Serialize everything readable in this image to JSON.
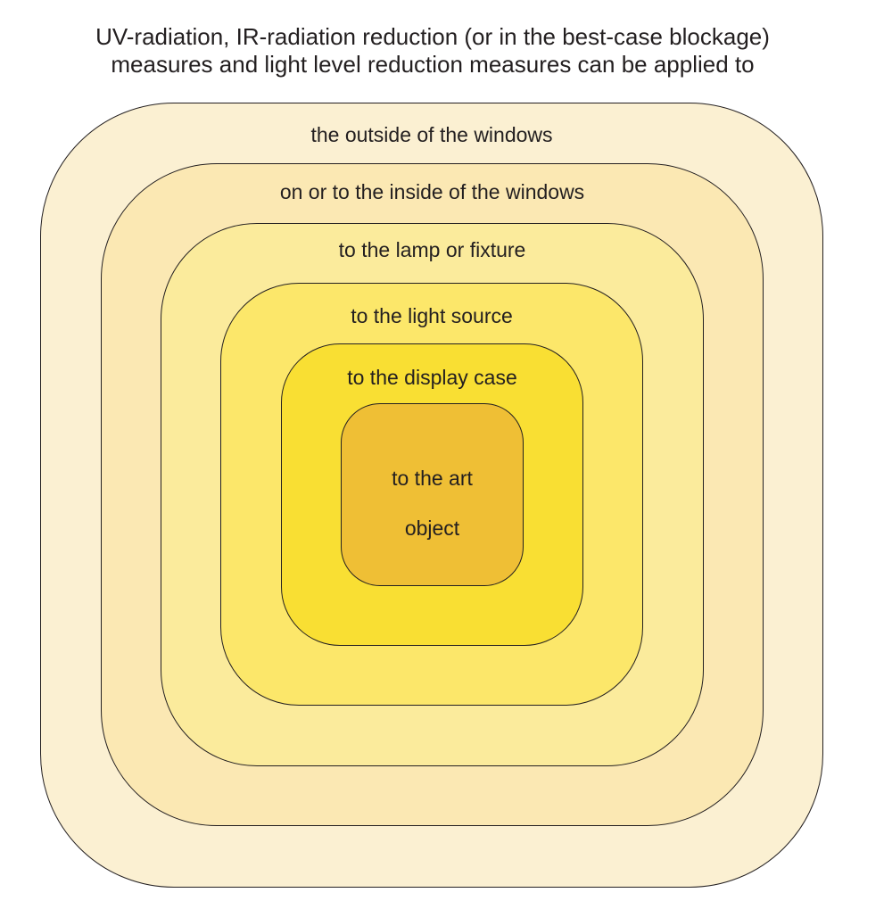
{
  "title": {
    "line1": "UV-radiation, IR-radiation reduction (or in the best-case blockage)",
    "line2": "measures and light level reduction measures can be applied to"
  },
  "layers": [
    {
      "label": "the outside of the windows",
      "color": "#fbf0d2"
    },
    {
      "label": "on or to the inside of the windows",
      "color": "#fbe8b3"
    },
    {
      "label": "to the lamp or fixture",
      "color": "#fbeb9c"
    },
    {
      "label": "to the light source",
      "color": "#fce76a"
    },
    {
      "label": "to the display case",
      "color": "#f9df33"
    },
    {
      "label_line1": "to the art",
      "label_line2": "object",
      "color": "#efbf35"
    }
  ],
  "outline_color": "#231f20"
}
